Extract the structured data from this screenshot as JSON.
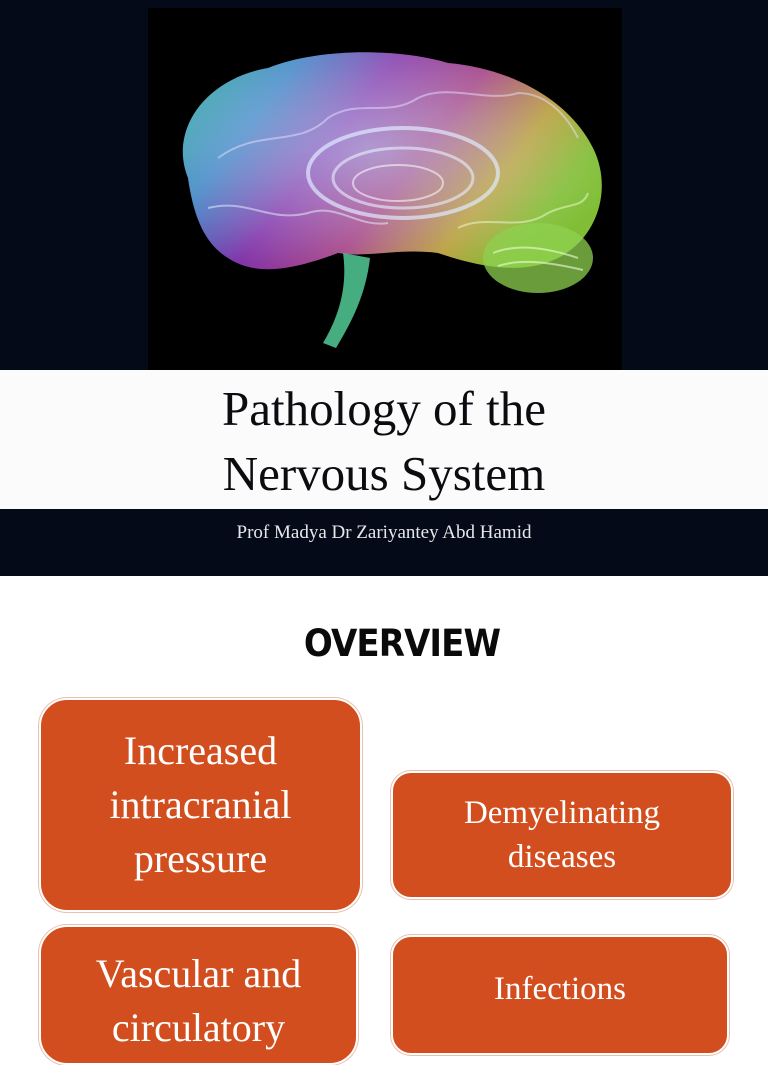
{
  "slide1": {
    "title_line1": "Pathology of the",
    "title_line2": "Nervous System",
    "author": "Prof Madya Dr Zariyantey Abd Hamid",
    "image": "brain-illustration"
  },
  "slide2": {
    "heading": "OVERVIEW",
    "boxes": [
      {
        "lines": [
          "Increased",
          "intracranial",
          "pressure"
        ]
      },
      {
        "lines": [
          "Demyelinating",
          "diseases"
        ]
      },
      {
        "lines": [
          "Vascular and",
          "circulatory"
        ]
      },
      {
        "lines": [
          "Infections"
        ]
      }
    ]
  },
  "colors": {
    "dark_background": "#050a18",
    "box_fill": "#d24e1e",
    "title_band": "#fbfbfb"
  }
}
